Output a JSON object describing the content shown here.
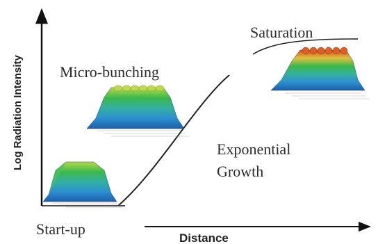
{
  "y_axis_label": "Log Radiation Intensity",
  "x_axis_label": "Distance",
  "stages": [
    {
      "key": "startup",
      "label": "Start-up",
      "peaks": 0
    },
    {
      "key": "microbunching",
      "label": "Micro-bunching",
      "peaks": 6
    },
    {
      "key": "growth",
      "label_line1": "Exponential",
      "label_line2": "Growth"
    },
    {
      "key": "saturation",
      "label": "Saturation",
      "peaks": 6
    }
  ],
  "colors": {
    "axis": "#111111",
    "curve": "#222222",
    "peak_top": "#d84a20",
    "peak_mid": "#3db84a",
    "peak_low": "#2c8fd0",
    "peak_base": "#1a5fa8"
  }
}
